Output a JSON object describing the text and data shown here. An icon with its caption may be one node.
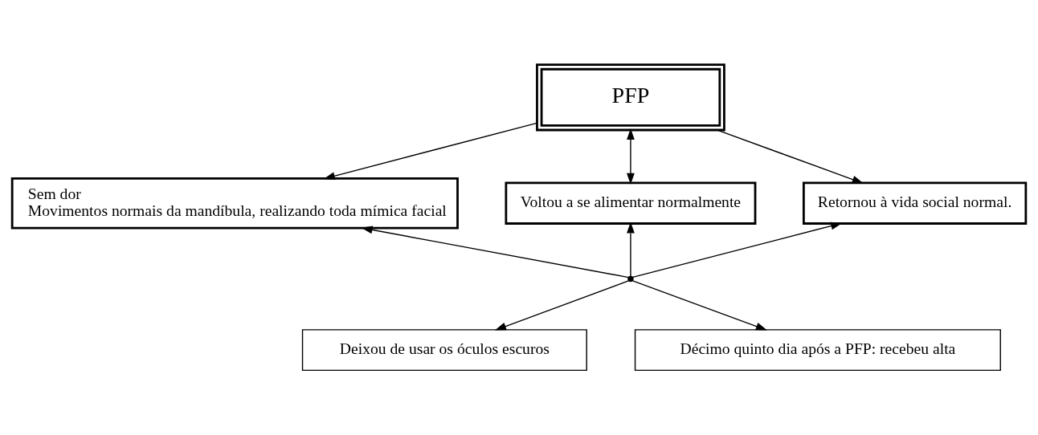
{
  "diagram": {
    "nodes": [
      {
        "text": [
          "PFP"
        ]
      },
      {
        "text": [
          "Sem dor",
          "Movimentos normais da mandíbula, realizando toda mímica facial"
        ]
      },
      {
        "text": [
          "Voltou a se alimentar normalmente"
        ]
      },
      {
        "text": [
          "Retornou à vida social normal."
        ]
      },
      {
        "text": [
          "Deixou de usar os óculos escuros"
        ]
      },
      {
        "text": [
          "Décimo quinto dia após a PFP: recebeu alta"
        ]
      },
      {
        "text": [],
        "shape": "point"
      }
    ],
    "edges": [
      {
        "from": 0,
        "to": 1,
        "arrow": "to"
      },
      {
        "from": 0,
        "to": 2,
        "arrow": "both"
      },
      {
        "from": 0,
        "to": 3,
        "arrow": "to"
      },
      {
        "from": 6,
        "to": 1,
        "arrow": "to"
      },
      {
        "from": 6,
        "to": 2,
        "arrow": "to"
      },
      {
        "from": 6,
        "to": 3,
        "arrow": "to"
      },
      {
        "from": 6,
        "to": 4,
        "arrow": "to"
      },
      {
        "from": 6,
        "to": 5,
        "arrow": "to"
      }
    ]
  }
}
